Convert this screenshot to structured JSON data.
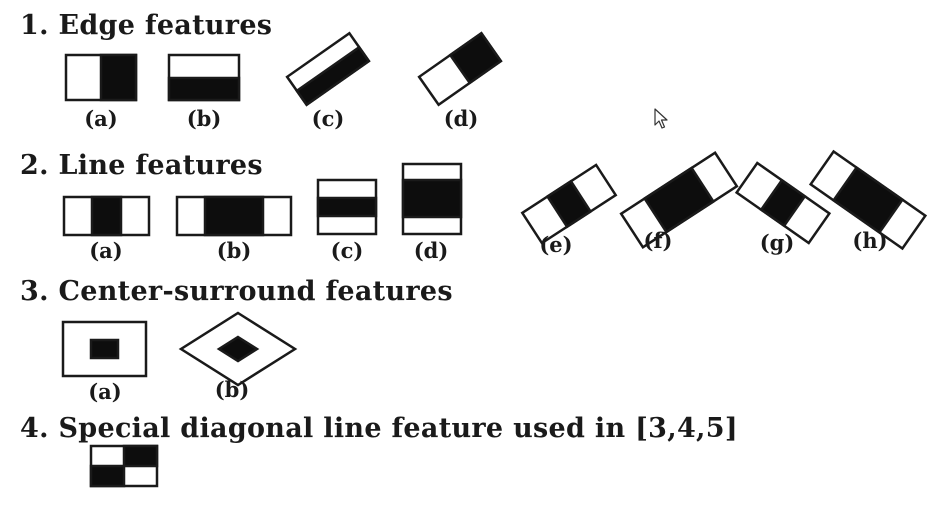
{
  "sections": [
    {
      "title": "1. Edge features",
      "labels": [
        "(a)",
        "(b)",
        "(c)",
        "(d)"
      ]
    },
    {
      "title": "2. Line features",
      "labels": [
        "(a)",
        "(b)",
        "(c)",
        "(d)",
        "(e)",
        "(f)",
        "(g)",
        "(h)"
      ]
    },
    {
      "title": "3. Center-surround features",
      "labels": [
        "(a)",
        "(b)"
      ]
    },
    {
      "title": "4. Special diagonal line feature used in [3,4,5]",
      "labels": []
    }
  ],
  "colors": {
    "ink": "#1a1a1a",
    "fill": "#0d0d0d",
    "paper": "#ffffff"
  },
  "icons": {
    "cursor": "mouse-pointer-icon"
  }
}
